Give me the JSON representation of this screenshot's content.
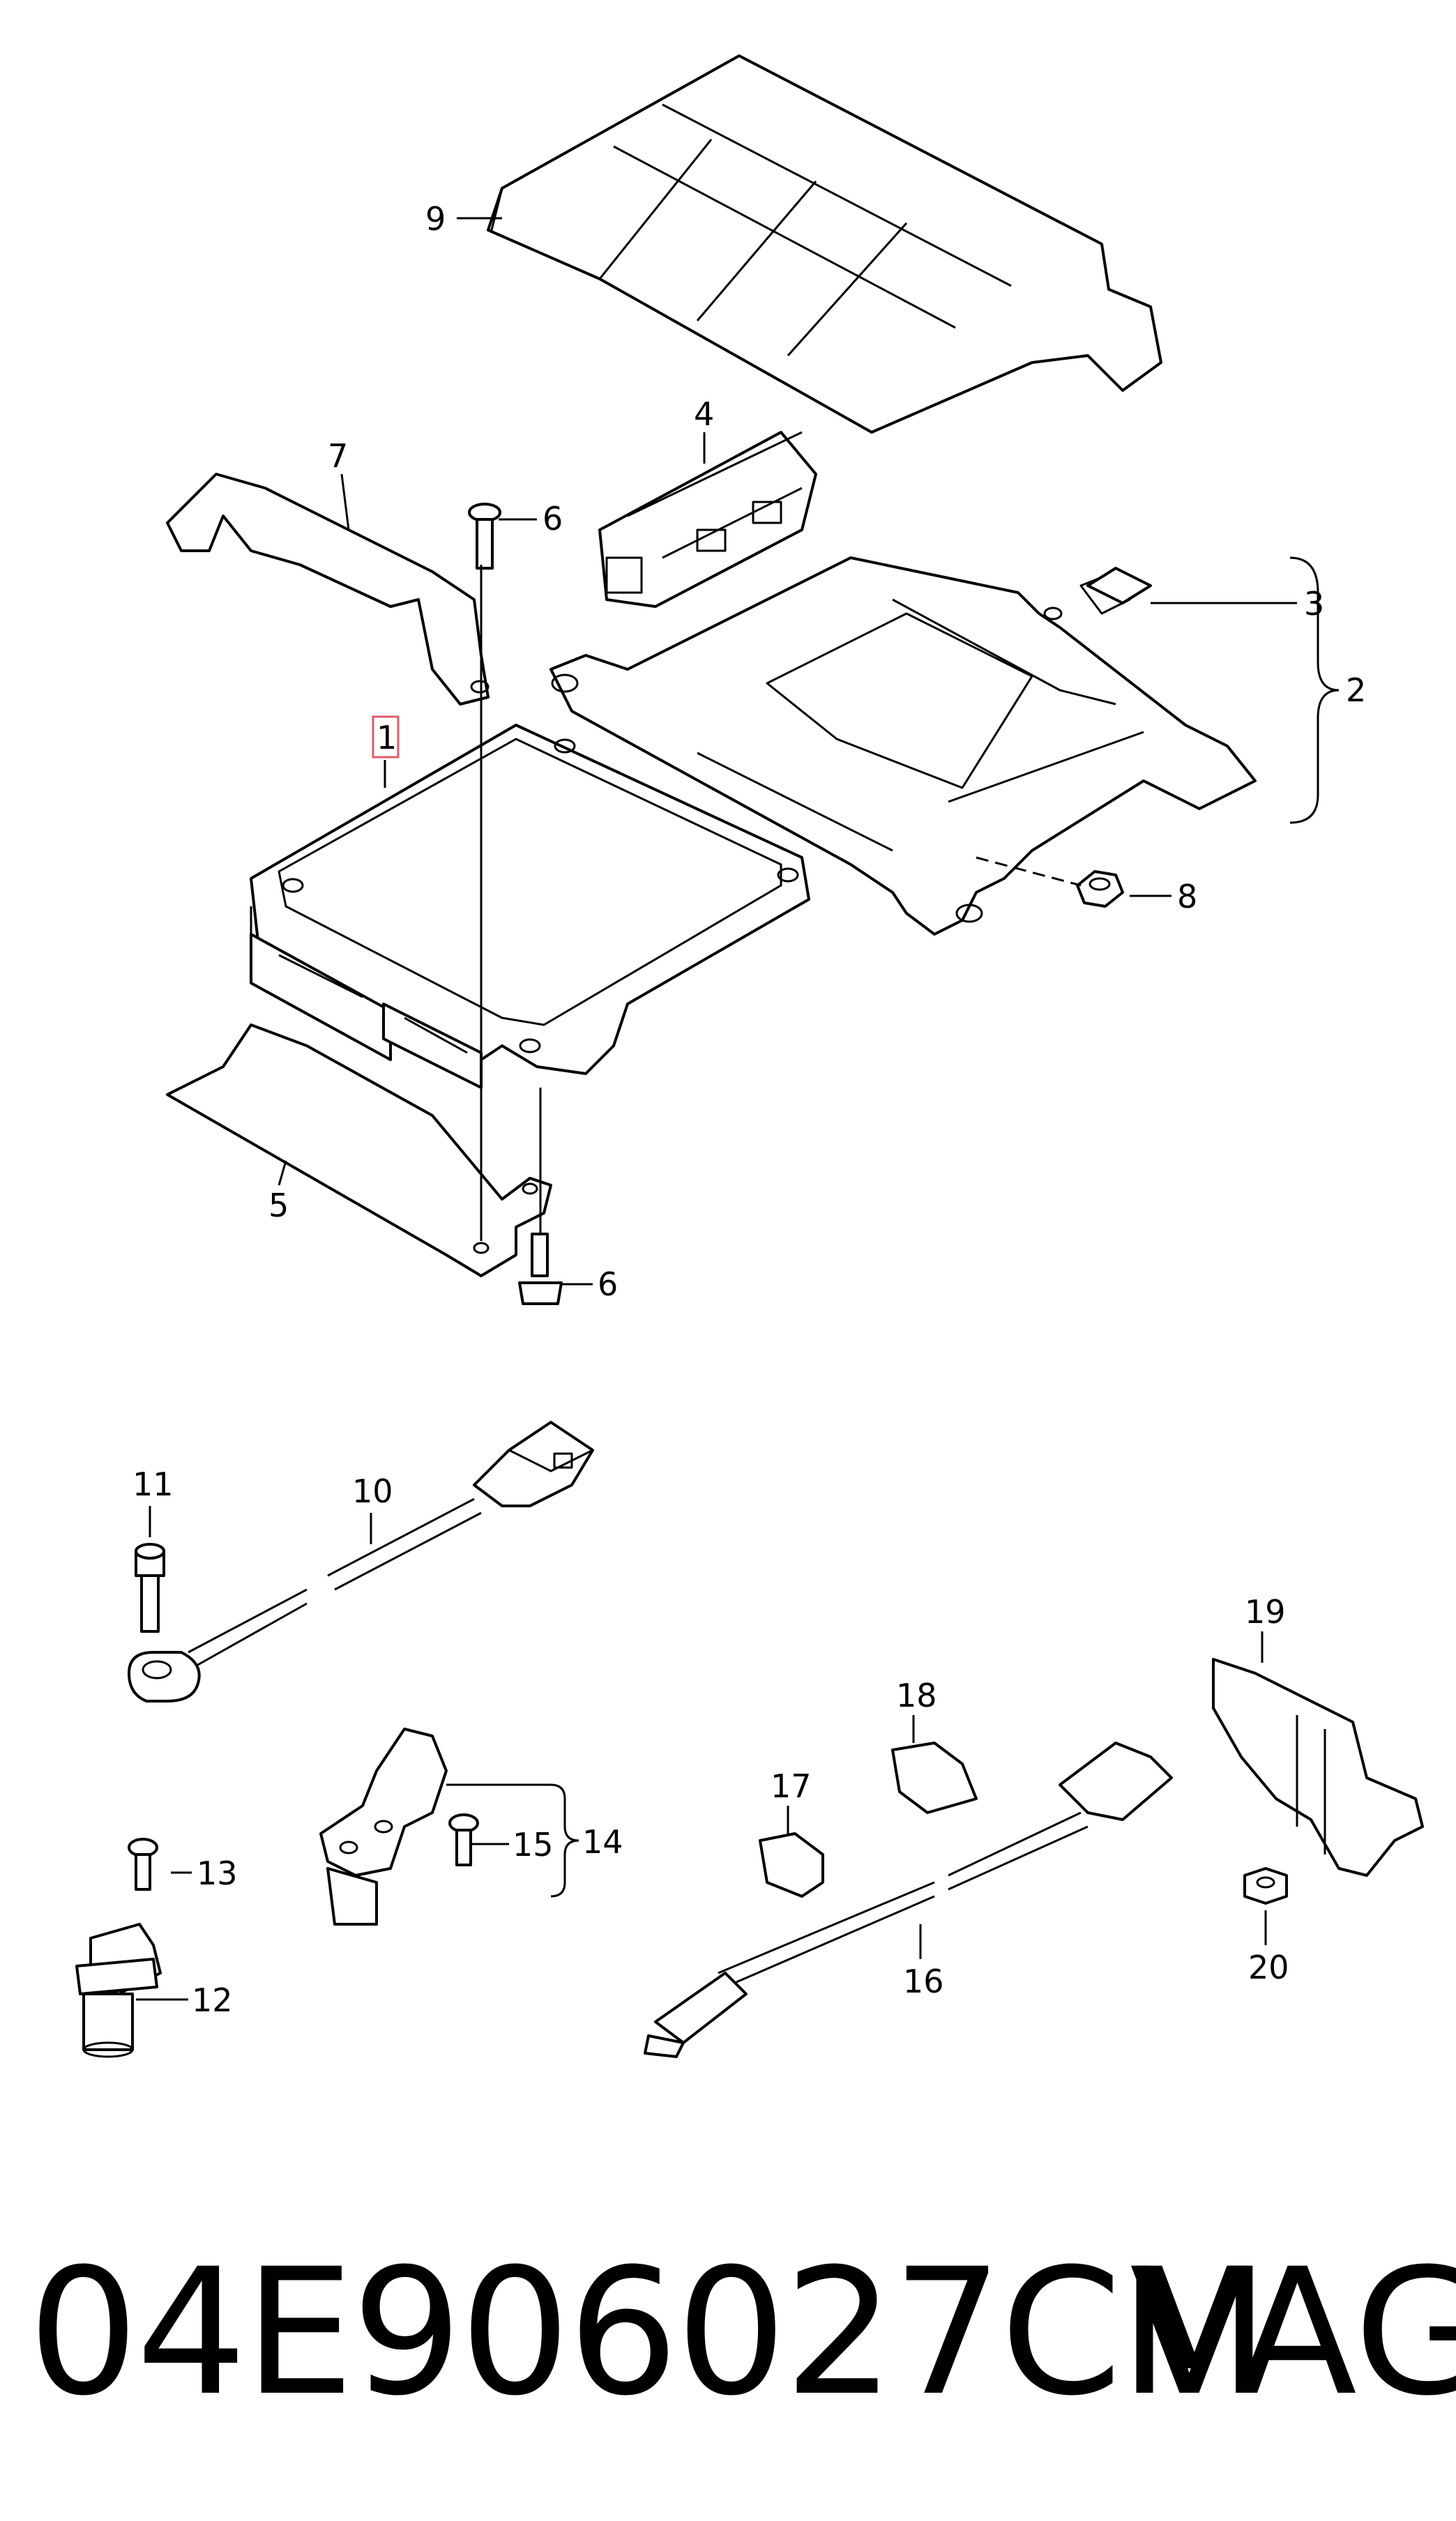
{
  "callouts": {
    "c1": "1",
    "c2": "2",
    "c3": "3",
    "c4": "4",
    "c5": "5",
    "c6a": "6",
    "c6b": "6",
    "c7": "7",
    "c8": "8",
    "c9": "9",
    "c10": "10",
    "c11": "11",
    "c12": "12",
    "c13": "13",
    "c14": "14",
    "c15": "15",
    "c16": "16",
    "c17": "17",
    "c18": "18",
    "c19": "19",
    "c20": "20"
  },
  "footer": {
    "part_number": "04E906027CM",
    "brand": "VAG"
  },
  "colors": {
    "line": "#000000",
    "highlight_box": "#e05a6a",
    "background": "#ffffff"
  }
}
